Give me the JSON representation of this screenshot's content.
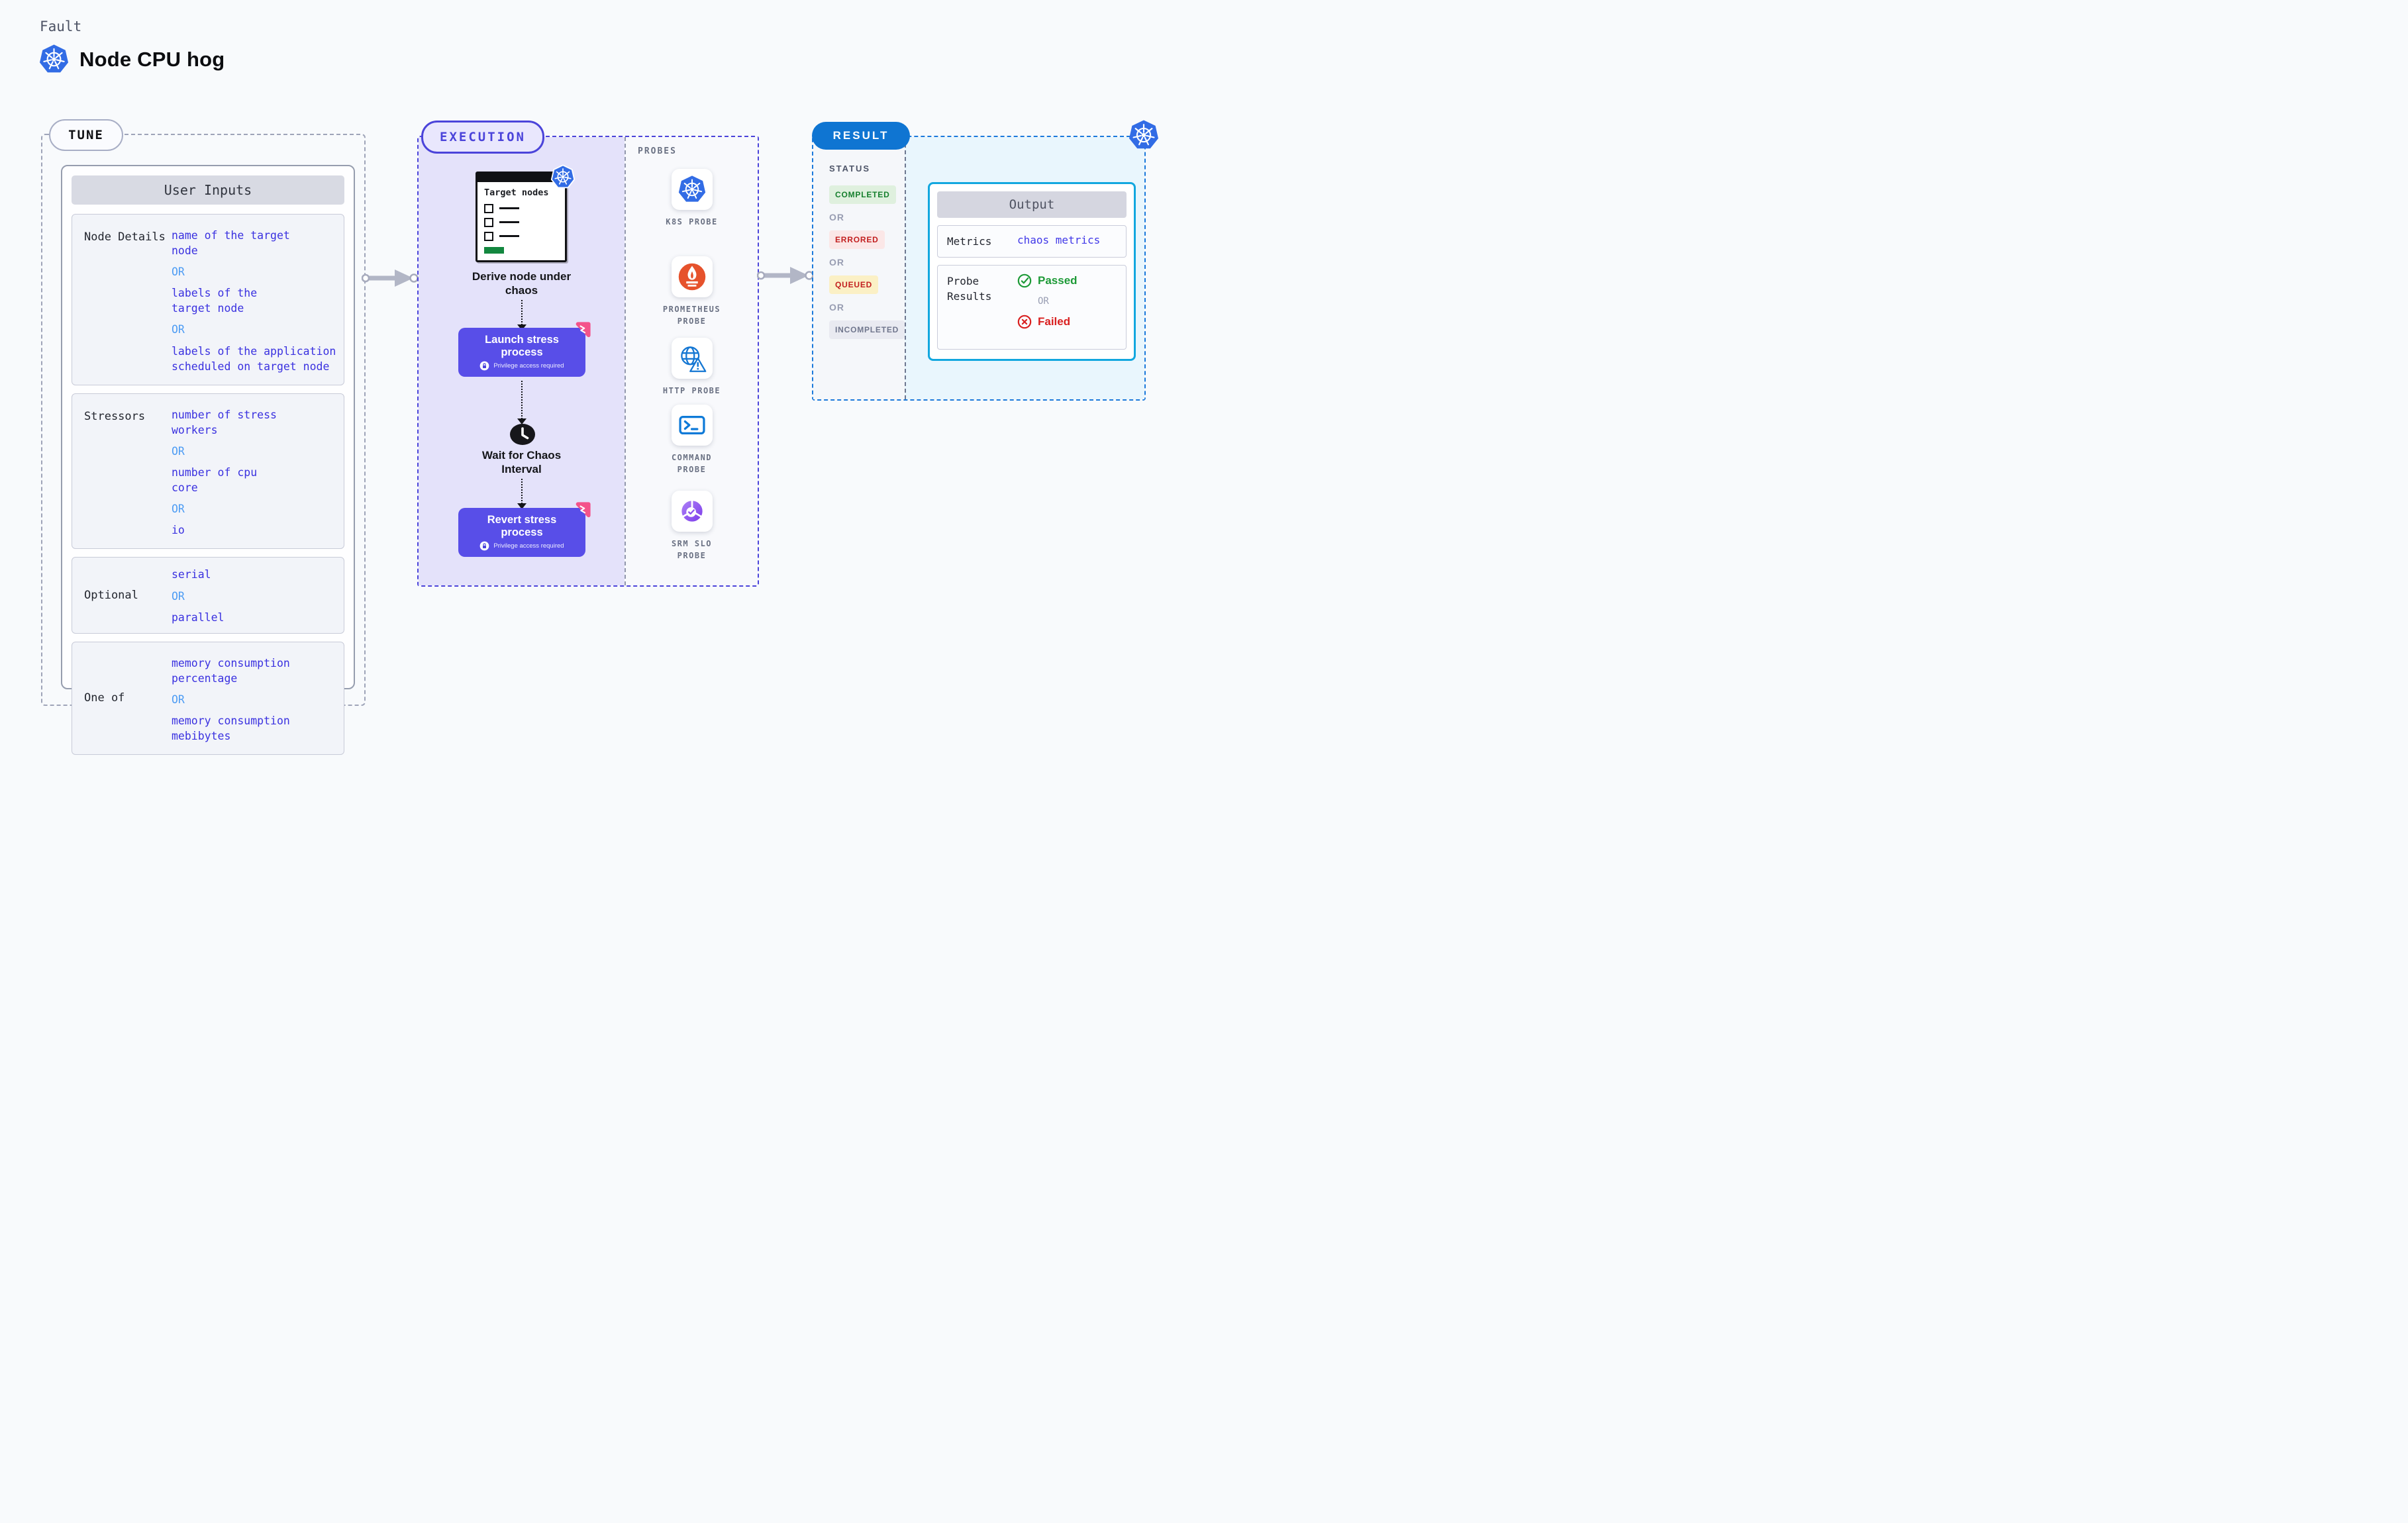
{
  "page": {
    "kicker": "Fault",
    "title": "Node CPU hog"
  },
  "tune": {
    "pill": "TUNE",
    "table_title": "User Inputs",
    "or": "OR",
    "rows": [
      {
        "label": "Node Details",
        "options": [
          "name of the target\nnode",
          "labels of the\ntarget node",
          "labels of the application\nscheduled on target node"
        ]
      },
      {
        "label": "Stressors",
        "options": [
          "number of stress\nworkers",
          "number of cpu\ncore",
          "io"
        ]
      },
      {
        "label": "Optional",
        "options": [
          "serial",
          "parallel"
        ]
      },
      {
        "label": "One of",
        "options": [
          "memory consumption\npercentage",
          "memory consumption\nmebibytes"
        ]
      }
    ]
  },
  "execution": {
    "pill": "EXECUTION",
    "target_card": {
      "title": "Target nodes"
    },
    "derive_label": "Derive node under\nchaos",
    "launch": {
      "title": "Launch stress\nprocess",
      "note": "Privilege access required"
    },
    "wait_label": "Wait for Chaos\nInterval",
    "revert": {
      "title": "Revert stress\nprocess",
      "note": "Privilege access required"
    }
  },
  "probes": {
    "title": "PROBES",
    "items": [
      {
        "icon": "k8s-probe-icon",
        "label": "K8S PROBE"
      },
      {
        "icon": "prometheus-probe-icon",
        "label": "PROMETHEUS\nPROBE"
      },
      {
        "icon": "http-probe-icon",
        "label": "HTTP PROBE"
      },
      {
        "icon": "command-probe-icon",
        "label": "COMMAND\nPROBE"
      },
      {
        "icon": "srm-slo-probe-icon",
        "label": "SRM SLO\nPROBE"
      }
    ]
  },
  "result": {
    "pill": "RESULT",
    "status_title": "STATUS",
    "or": "OR",
    "statuses": [
      {
        "label": "COMPLETED",
        "fg": "#157F2D",
        "bg": "#DFF0DE"
      },
      {
        "label": "ERRORED",
        "fg": "#C21F1F",
        "bg": "#FBE7E7"
      },
      {
        "label": "QUEUED",
        "fg": "#C21F1F",
        "bg": "#FBF0C5"
      },
      {
        "label": "INCOMPLETED",
        "fg": "#70768D",
        "bg": "#E9EAF1"
      }
    ],
    "output": {
      "title": "Output",
      "metrics_label": "Metrics",
      "metrics_value": "chaos metrics",
      "probe_results_label": "Probe\nResults",
      "passed": "Passed",
      "failed": "Failed"
    }
  },
  "colors": {
    "k8s_blue": "#326CE5",
    "tune_dash_gray": "#9EA4B8",
    "execution_indigo": "#4B44DA",
    "execution_bg": "#E4E2FA",
    "value_indigo": "#3A31E0",
    "or_blue": "#4D9CF4",
    "button_indigo": "#584EE8",
    "chaos_pink": "#F4538A",
    "result_blue": "#0F75D2",
    "output_cyan": "#12A7DF",
    "passed_green": "#1D9A37",
    "failed_red": "#D92020",
    "prometheus_orange": "#E6522C",
    "srm_purple": "#7C3BEA",
    "green_bar": "#13873F"
  }
}
